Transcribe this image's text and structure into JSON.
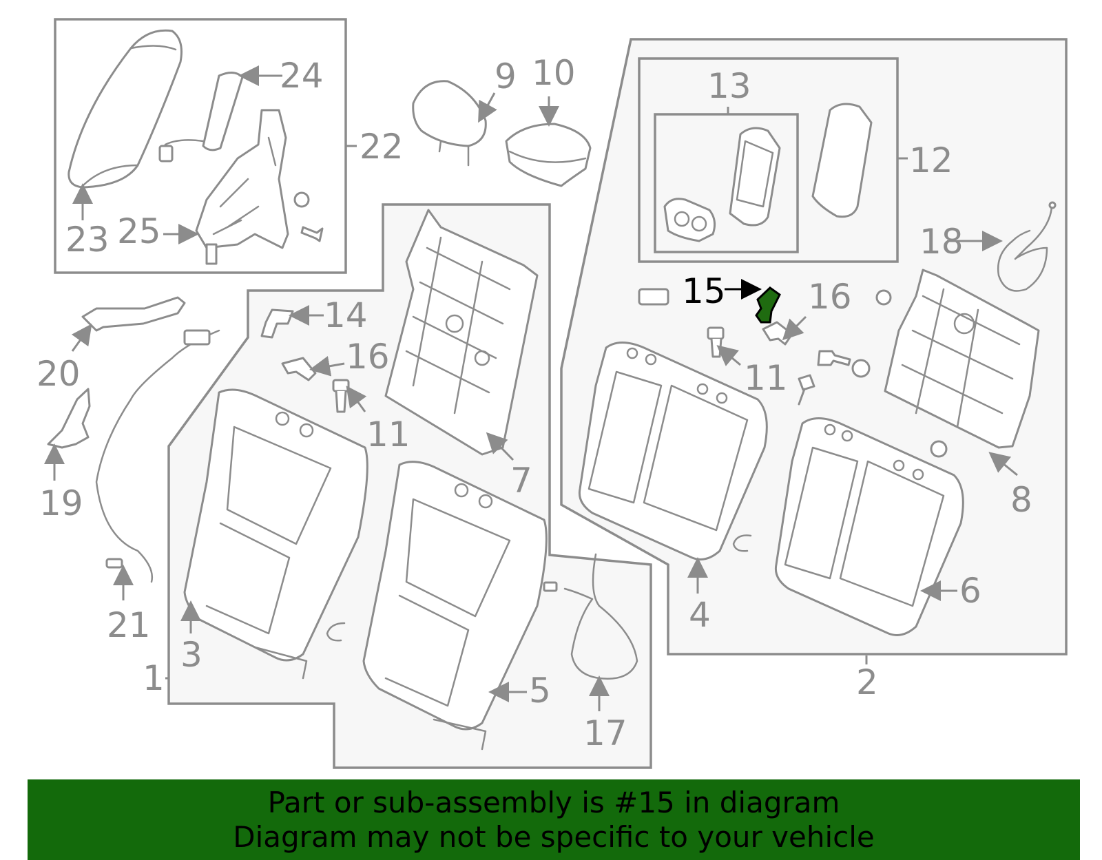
{
  "banner": {
    "line1": "Part or sub-assembly is #15 in diagram",
    "line2": "Diagram may not be specific to your vehicle",
    "color": "#136a0b"
  },
  "highlight": {
    "part": "15",
    "color": "#1f6b10"
  },
  "callouts": {
    "c1": "1",
    "c2": "2",
    "c3": "3",
    "c4": "4",
    "c5": "5",
    "c6": "6",
    "c7": "7",
    "c8": "8",
    "c9": "9",
    "c10": "10",
    "c11a": "11",
    "c11b": "11",
    "c12": "12",
    "c13": "13",
    "c14": "14",
    "c15": "15",
    "c16a": "16",
    "c16b": "16",
    "c17": "17",
    "c18": "18",
    "c19": "19",
    "c20": "20",
    "c21": "21",
    "c22": "22",
    "c23": "23",
    "c24": "24",
    "c25": "25"
  }
}
